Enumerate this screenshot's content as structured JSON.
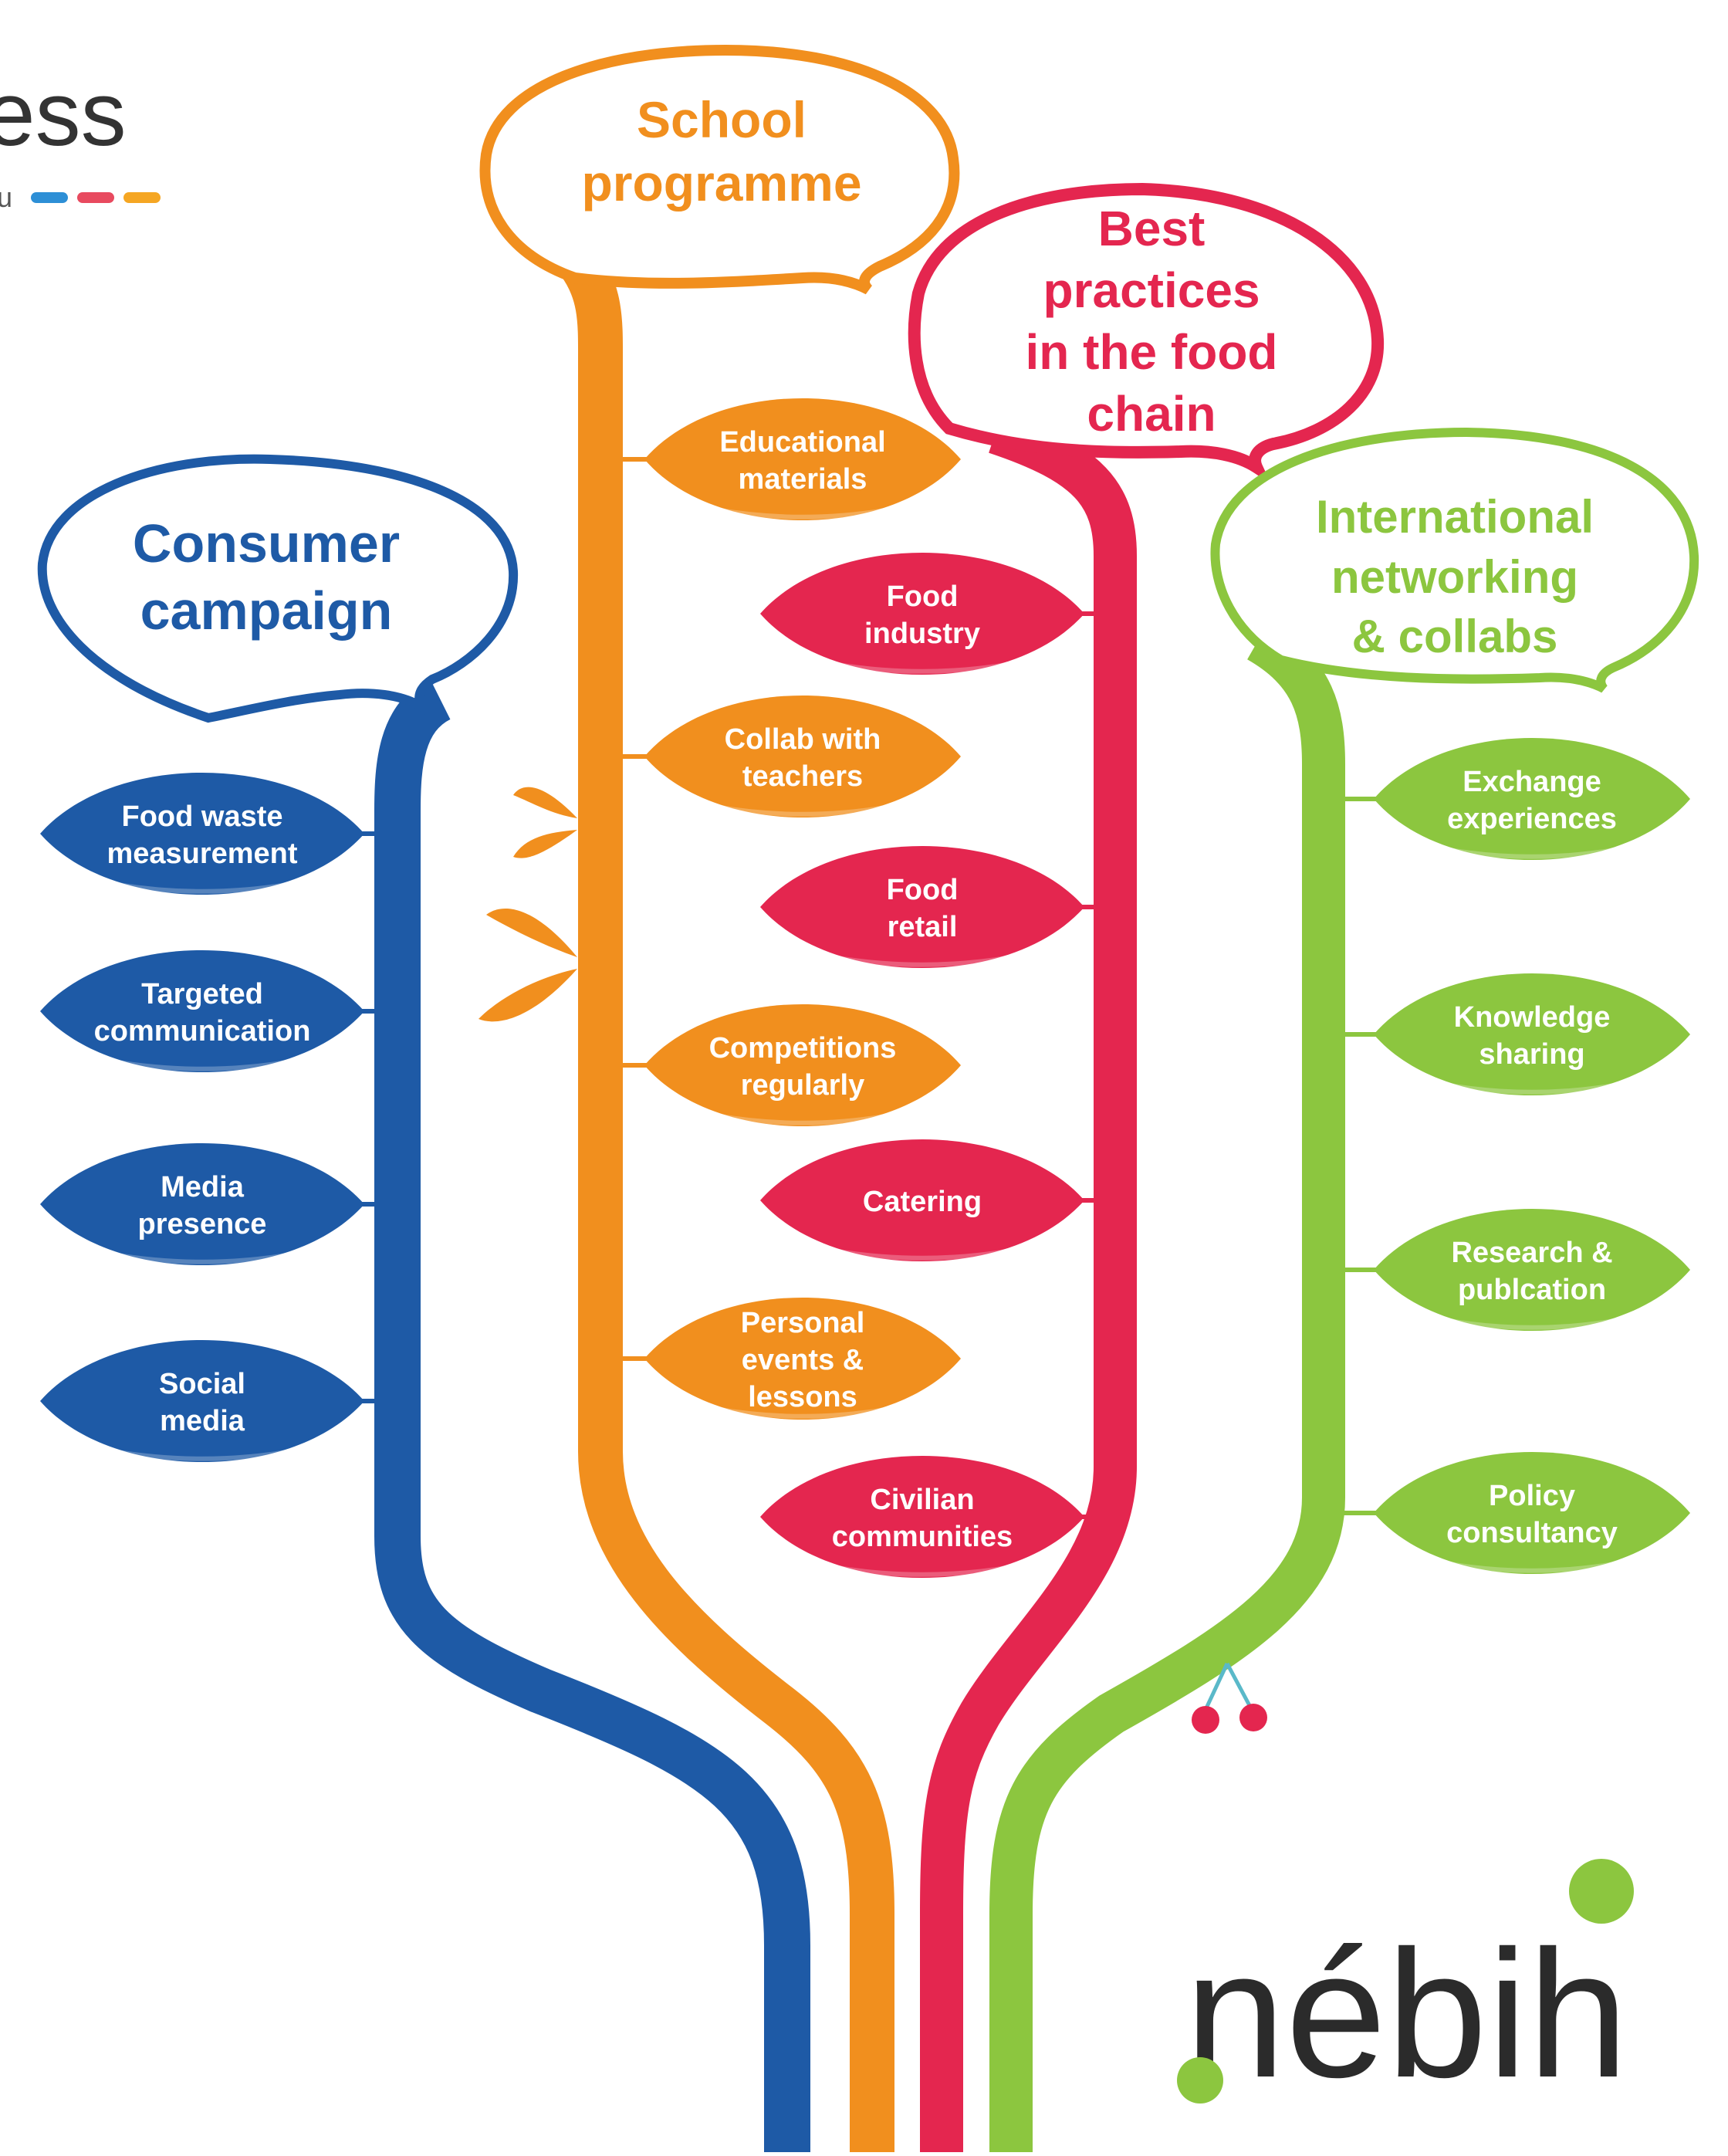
{
  "logo_top": {
    "text": "ess",
    "subtext": "u",
    "dash_colors": [
      "#2d8fd6",
      "#e84a5f",
      "#f5a623",
      "#8cc63f"
    ]
  },
  "logo_bottom": {
    "text": "nébih",
    "colors": {
      "text": "#2b2b2b",
      "accent": "#8cc63f"
    }
  },
  "colors": {
    "blue": "#1e5aa6",
    "orange": "#f18f1e",
    "red": "#e4264f",
    "green": "#8cc63f"
  },
  "branches": {
    "consumer": {
      "title_lines": [
        "Consumer",
        "campaign"
      ],
      "leaves": [
        {
          "lines": [
            "Food waste",
            "measurement"
          ]
        },
        {
          "lines": [
            "Targeted",
            "communication"
          ]
        },
        {
          "lines": [
            "Media",
            "presence"
          ]
        },
        {
          "lines": [
            "Social",
            "media"
          ]
        }
      ]
    },
    "school": {
      "title_lines": [
        "School",
        "programme"
      ],
      "leaves": [
        {
          "lines": [
            "Educational",
            "materials"
          ]
        },
        {
          "lines": [
            "Collab with",
            "teachers"
          ]
        },
        {
          "lines": [
            "Competitions",
            "regularly"
          ]
        },
        {
          "lines": [
            "Personal",
            "events &",
            "lessons"
          ]
        }
      ]
    },
    "practices": {
      "title_lines": [
        "Best",
        "practices",
        "in the food",
        "chain"
      ],
      "leaves": [
        {
          "lines": [
            "Food",
            "industry"
          ]
        },
        {
          "lines": [
            "Food",
            "retail"
          ]
        },
        {
          "lines": [
            "Catering"
          ]
        },
        {
          "lines": [
            "Civilian",
            "communities"
          ]
        }
      ]
    },
    "international": {
      "title_lines": [
        "International",
        "networking",
        "& collabs"
      ],
      "leaves": [
        {
          "lines": [
            "Exchange",
            "experiences"
          ]
        },
        {
          "lines": [
            "Knowledge",
            "sharing"
          ]
        },
        {
          "lines": [
            "Research &",
            "publcation"
          ]
        },
        {
          "lines": [
            "Policy",
            "consultancy"
          ]
        }
      ]
    }
  }
}
